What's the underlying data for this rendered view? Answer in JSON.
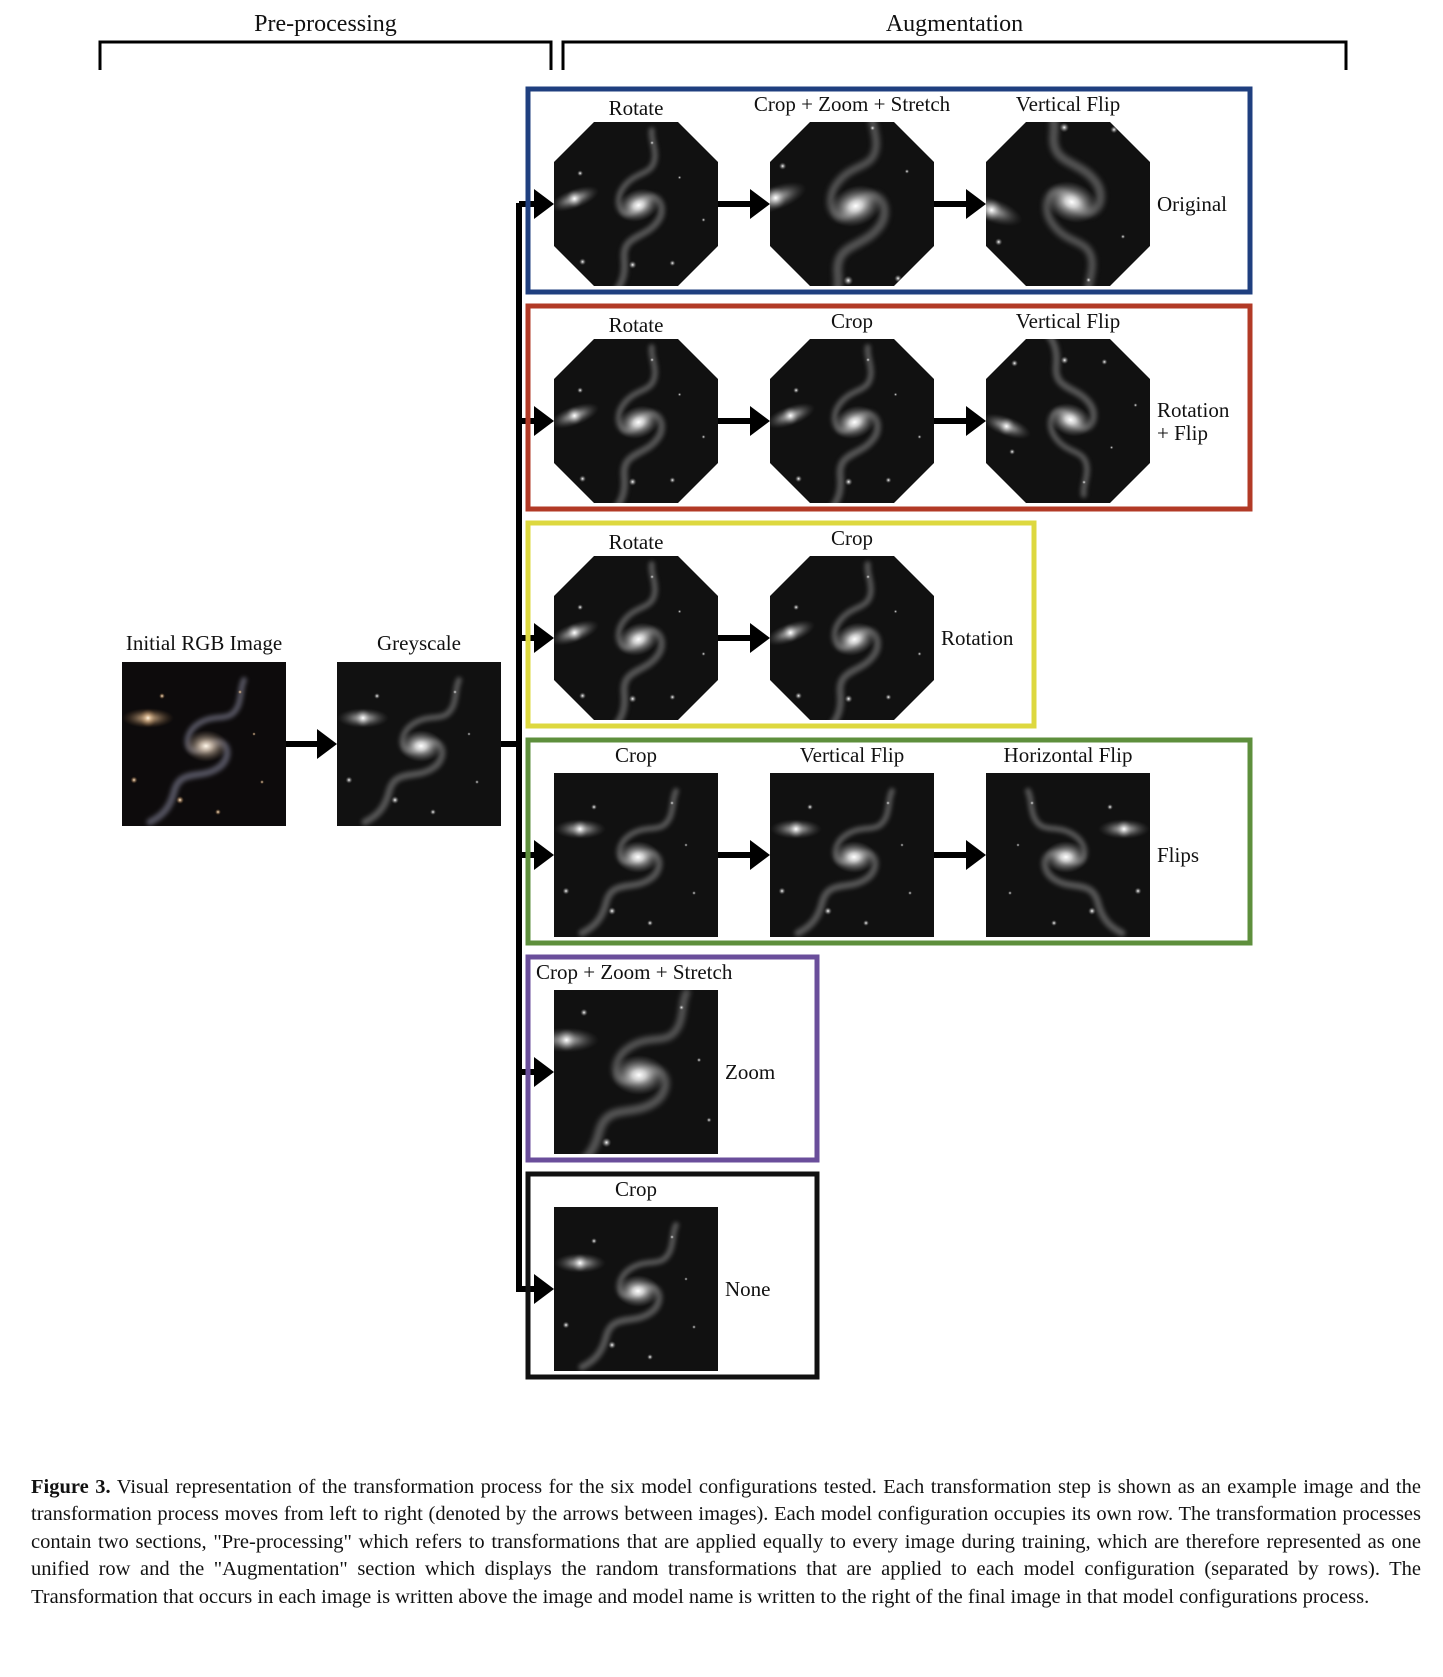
{
  "sections": {
    "preprocessing": "Pre-processing",
    "augmentation": "Augmentation"
  },
  "preprocessing": [
    {
      "label": "Initial RGB Image",
      "variant": "rgb"
    },
    {
      "label": "Greyscale",
      "variant": "grey"
    }
  ],
  "configurations": [
    {
      "name": [
        "Original"
      ],
      "color": "#1f3f7f",
      "steps": [
        {
          "label": "Rotate",
          "variant": "rot"
        },
        {
          "label": "Crop + Zoom + Stretch",
          "variant": "zoomrot"
        },
        {
          "label": "Vertical Flip",
          "variant": "zoomrotflip"
        }
      ]
    },
    {
      "name": [
        "Rotation",
        "+ Flip"
      ],
      "color": "#b23a26",
      "steps": [
        {
          "label": "Rotate",
          "variant": "rot"
        },
        {
          "label": "Crop",
          "variant": "rot"
        },
        {
          "label": "Vertical Flip",
          "variant": "rotflip"
        }
      ]
    },
    {
      "name": [
        "Rotation"
      ],
      "color": "#ddd83f",
      "steps": [
        {
          "label": "Rotate",
          "variant": "rot"
        },
        {
          "label": "Crop",
          "variant": "rot"
        }
      ]
    },
    {
      "name": [
        "Flips"
      ],
      "color": "#5e8f3c",
      "steps": [
        {
          "label": "Crop",
          "variant": "plain"
        },
        {
          "label": "Vertical Flip",
          "variant": "plain"
        },
        {
          "label": "Horizontal Flip",
          "variant": "hflip"
        }
      ]
    },
    {
      "name": [
        "Zoom"
      ],
      "color": "#6a4e9b",
      "steps": [
        {
          "label": "Crop + Zoom + Stretch",
          "variant": "zoom"
        }
      ]
    },
    {
      "name": [
        "None"
      ],
      "color": "#111111",
      "steps": [
        {
          "label": "Crop",
          "variant": "plain"
        }
      ]
    }
  ],
  "caption": {
    "label": "Figure 3.",
    "text": "Visual representation of the transformation process for the six model configurations tested. Each transformation step is shown as an example image and the transformation process moves from left to right (denoted by the arrows between images). Each model configuration occupies its own row. The transformation processes contain two sections, \"Pre-processing\" which refers to transformations that are applied equally to every image during training, which are therefore represented as one unified row and the \"Augmentation\" section which displays the random transformations that are applied to each model configuration (separated by rows). The Transformation that occurs in each image is written above the image and model name is written to the right of the final image in that model configurations process."
  }
}
